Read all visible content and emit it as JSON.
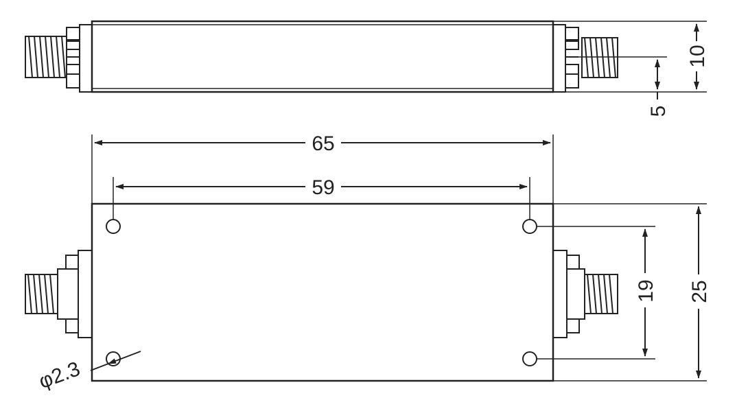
{
  "dimensions": {
    "height_top": "10",
    "connector_offset": "5",
    "overall_length": "65",
    "hole_spacing_x": "59",
    "hole_spacing_y": "19",
    "overall_width": "25",
    "hole_diameter": "φ2.3"
  },
  "colors": {
    "line": "#222222",
    "background": "#ffffff"
  }
}
